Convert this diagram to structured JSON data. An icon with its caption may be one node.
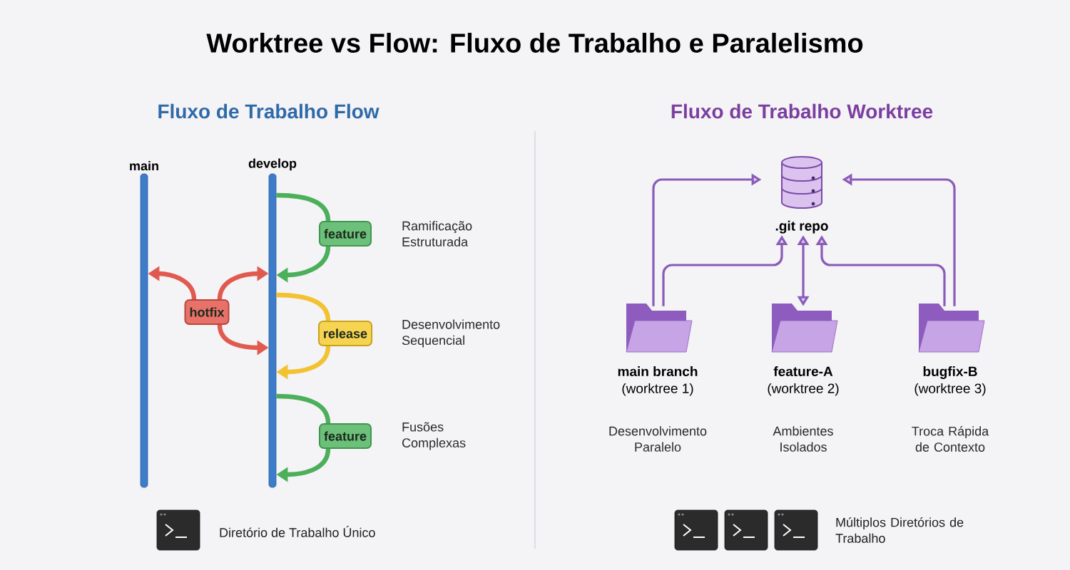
{
  "diagram": {
    "title": "Worktree vs Flow: Fluxo de Trabalho e Paralelismo",
    "nodes": [
      {
        "text": [
          "main"
        ]
      },
      {
        "text": [
          "develop"
        ]
      },
      {
        "text": [
          "feature"
        ],
        "beside": [
          "Ramificação Estruturada"
        ]
      },
      {
        "text": [
          "hotfix"
        ]
      },
      {
        "text": [
          "release"
        ],
        "beside": [
          "Desenvolvimento Sequencial"
        ]
      },
      {
        "text": [
          "feature"
        ],
        "beside": [
          "Fusões Complexas"
        ]
      },
      {
        "text": [
          ".git repo"
        ]
      },
      {
        "text": [
          "main branch",
          "(worktree 1)"
        ]
      },
      {
        "text": [
          "feature-A",
          "(worktree 2)"
        ]
      },
      {
        "text": [
          "bugfix-B",
          "(worktree 3)"
        ]
      }
    ],
    "edges": [
      {
        "from": 1,
        "to": 2,
        "arrow": "none",
        "color": "#4caf5a"
      },
      {
        "from": 2,
        "to": 1,
        "arrow": "to",
        "color": "#4caf5a"
      },
      {
        "from": 3,
        "to": 0,
        "arrow": "to",
        "color": "#e05a4f"
      },
      {
        "from": 3,
        "to": 1,
        "arrow": "to",
        "color": "#e05a4f"
      },
      {
        "from": 3,
        "to": 1,
        "arrow": "to",
        "color": "#e05a4f"
      },
      {
        "from": 1,
        "to": 4,
        "arrow": "none",
        "color": "#f2c230"
      },
      {
        "from": 4,
        "to": 1,
        "arrow": "to",
        "color": "#f2c230"
      },
      {
        "from": 1,
        "to": 5,
        "arrow": "none",
        "color": "#4caf5a"
      },
      {
        "from": 5,
        "to": 1,
        "arrow": "to",
        "color": "#4caf5a"
      },
      {
        "from": 7,
        "to": 6,
        "arrow": "to",
        "color": "#8a5cb8"
      },
      {
        "from": 7,
        "to": 6,
        "arrow": "to",
        "color": "#8a5cb8"
      },
      {
        "from": 8,
        "to": 6,
        "arrow": "both",
        "color": "#8a5cb8"
      },
      {
        "from": 9,
        "to": 6,
        "arrow": "to",
        "color": "#8a5cb8"
      },
      {
        "from": 9,
        "to": 6,
        "arrow": "to",
        "color": "#8a5cb8"
      }
    ],
    "labels": [
      "Fluxo de Trabalho Flow",
      "Fluxo de Trabalho Worktree",
      "Desenvolvimento Paralelo",
      "Ambientes Isolados",
      "Troca Rápida de Contexto",
      "Diretório de Trabalho Único",
      "Múltiplos Diretórios de Trabalho"
    ]
  }
}
